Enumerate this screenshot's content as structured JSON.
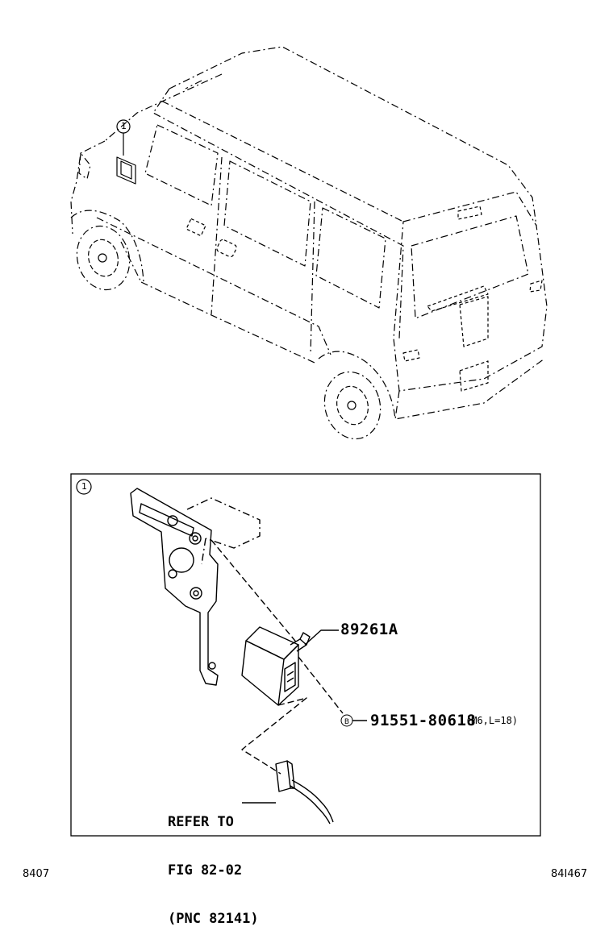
{
  "callout": {
    "index_label": "1"
  },
  "parts": {
    "module": {
      "part_number": "89261A"
    },
    "bolt": {
      "marker": "B",
      "part_number": "91551-80618",
      "spec": "(M6,L=18)"
    }
  },
  "reference": {
    "line1": "REFER TO",
    "line2": "FIG 82-02",
    "line3": "(PNC 82141)"
  },
  "footer": {
    "left_code": "8407",
    "right_code": "84I467"
  }
}
